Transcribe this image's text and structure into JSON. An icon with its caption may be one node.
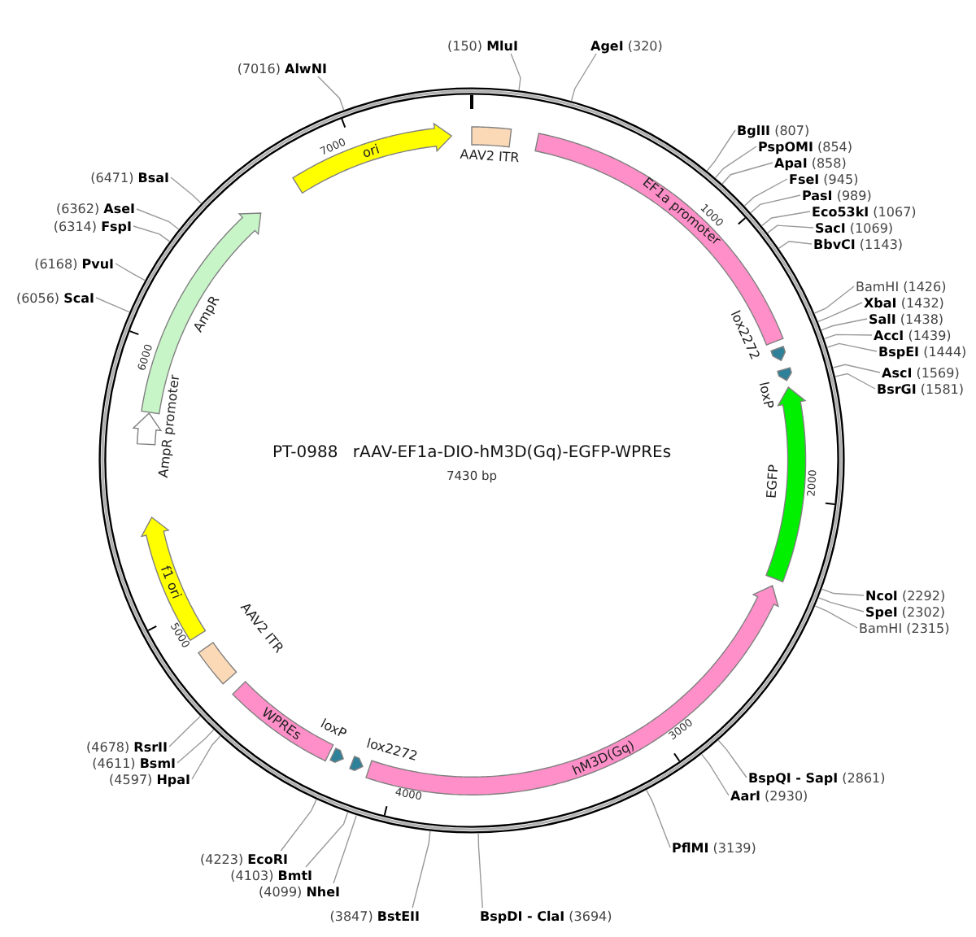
{
  "diagram": {
    "title": "PT-0988 rAAV-EF1a-DIO-hM3D(Gq)-EGFP-WPREs",
    "nodes": [
      {
        "text": [
          "AAV2 ITR"
        ]
      },
      {
        "text": [
          "EF1a promoter"
        ]
      },
      {
        "text": [
          "lox2272"
        ]
      },
      {
        "text": [
          "loxP"
        ]
      },
      {
        "text": [
          "EGFP"
        ]
      },
      {
        "text": [
          "hM3D(Gq)"
        ]
      },
      {
        "text": [
          "lox2272"
        ]
      },
      {
        "text": [
          "loxP"
        ]
      },
      {
        "text": [
          "WPREs"
        ]
      },
      {
        "text": [
          "AAV2 ITR"
        ]
      },
      {
        "text": [
          "f1 ori"
        ]
      },
      {
        "text": [
          "AmpR promoter"
        ]
      },
      {
        "text": [
          "AmpR"
        ]
      },
      {
        "text": [
          "ori"
        ]
      },
      {
        "text": [
          "(150) **MluI**"
        ]
      },
      {
        "text": [
          "**AgeI** (320)"
        ]
      },
      {
        "text": [
          "**BglII** (807)"
        ]
      },
      {
        "text": [
          "**PspOMI** (854)"
        ]
      },
      {
        "text": [
          "**ApaI** (858)"
        ]
      },
      {
        "text": [
          "**FseI** (945)"
        ]
      },
      {
        "text": [
          "**PasI** (989)"
        ]
      },
      {
        "text": [
          "**Eco53kI** (1067)"
        ]
      },
      {
        "text": [
          "**SacI** (1069)"
        ]
      },
      {
        "text": [
          "**BbvCI** (1143)"
        ]
      },
      {
        "text": [
          "BamHI (1426)"
        ]
      },
      {
        "text": [
          "**XbaI** (1432)"
        ]
      },
      {
        "text": [
          "**SalI** (1438)"
        ]
      },
      {
        "text": [
          "**AccI** (1439)"
        ]
      },
      {
        "text": [
          "**BspEI** (1444)"
        ]
      },
      {
        "text": [
          "**AscI** (1569)"
        ]
      },
      {
        "text": [
          "**BsrGI** (1581)"
        ]
      },
      {
        "text": [
          "**NcoI** (2292)"
        ]
      },
      {
        "text": [
          "**SpeI** (2302)"
        ]
      },
      {
        "text": [
          "BamHI (2315)"
        ]
      },
      {
        "text": [
          "**BspQI - SapI** (2861)"
        ]
      },
      {
        "text": [
          "**AarI** (2930)"
        ]
      },
      {
        "text": [
          "**PflMI** (3139)"
        ]
      },
      {
        "text": [
          "**BspDI - ClaI** (3694)"
        ]
      },
      {
        "text": [
          "(3847) **BstEII**"
        ]
      },
      {
        "text": [
          "(4099) **NheI**"
        ]
      },
      {
        "text": [
          "(4103) **BmtI**"
        ]
      },
      {
        "text": [
          "(4223) **EcoRI**"
        ]
      },
      {
        "text": [
          "(4597) **HpaI**"
        ]
      },
      {
        "text": [
          "(4611) **BsmI**"
        ]
      },
      {
        "text": [
          "(4678) **RsrII**"
        ]
      },
      {
        "text": [
          "(6056) **ScaI**"
        ]
      },
      {
        "text": [
          "(6168) **PvuI**"
        ]
      },
      {
        "text": [
          "(6314) **FspI**"
        ]
      },
      {
        "text": [
          "(6362) **AseI**"
        ]
      },
      {
        "text": [
          "(6471) **BsaI**"
        ]
      },
      {
        "text": [
          "(7016) **AlwNI**"
        ]
      }
    ],
    "edges": [
      {
        "from": 14,
        "to": null,
        "arrow": "none"
      },
      {
        "from": 15,
        "to": null,
        "arrow": "none"
      },
      {
        "from": 16,
        "to": null,
        "arrow": "none"
      },
      {
        "from": 17,
        "to": null,
        "arrow": "none"
      },
      {
        "from": 18,
        "to": null,
        "arrow": "none"
      },
      {
        "from": 19,
        "to": null,
        "arrow": "none"
      },
      {
        "from": 20,
        "to": null,
        "arrow": "none"
      },
      {
        "from": 21,
        "to": null,
        "arrow": "none"
      },
      {
        "from": 22,
        "to": null,
        "arrow": "none"
      },
      {
        "from": 23,
        "to": null,
        "arrow": "none"
      },
      {
        "from": 24,
        "to": null,
        "arrow": "none"
      },
      {
        "from": 25,
        "to": null,
        "arrow": "none"
      },
      {
        "from": 26,
        "to": null,
        "arrow": "none"
      },
      {
        "from": 27,
        "to": null,
        "arrow": "none"
      },
      {
        "from": 28,
        "to": null,
        "arrow": "none"
      },
      {
        "from": 29,
        "to": null,
        "arrow": "none"
      },
      {
        "from": 30,
        "to": null,
        "arrow": "none"
      },
      {
        "from": 31,
        "to": null,
        "arrow": "none"
      },
      {
        "from": 32,
        "to": null,
        "arrow": "none"
      },
      {
        "from": 33,
        "to": null,
        "arrow": "none"
      },
      {
        "from": 34,
        "to": null,
        "arrow": "none"
      },
      {
        "from": 35,
        "to": null,
        "arrow": "none"
      },
      {
        "from": 36,
        "to": null,
        "arrow": "none"
      },
      {
        "from": 37,
        "to": null,
        "arrow": "none"
      },
      {
        "from": 38,
        "to": null,
        "arrow": "none"
      },
      {
        "from": 39,
        "to": null,
        "arrow": "none"
      },
      {
        "from": 40,
        "to": null,
        "arrow": "none"
      },
      {
        "from": 41,
        "to": null,
        "arrow": "none"
      },
      {
        "from": 42,
        "to": null,
        "arrow": "none"
      },
      {
        "from": 43,
        "to": null,
        "arrow": "none"
      },
      {
        "from": 44,
        "to": null,
        "arrow": "none"
      },
      {
        "from": 45,
        "to": null,
        "arrow": "none"
      },
      {
        "from": 46,
        "to": null,
        "arrow": "none"
      },
      {
        "from": 47,
        "to": null,
        "arrow": "none"
      },
      {
        "from": 48,
        "to": null,
        "arrow": "none"
      },
      {
        "from": 49,
        "to": null,
        "arrow": "none"
      },
      {
        "from": 50,
        "to": null,
        "arrow": "none"
      }
    ],
    "labels": [
      "7430 bp",
      "1000",
      "2000",
      "3000",
      "4000",
      "5000",
      "6000",
      "7000"
    ]
  }
}
